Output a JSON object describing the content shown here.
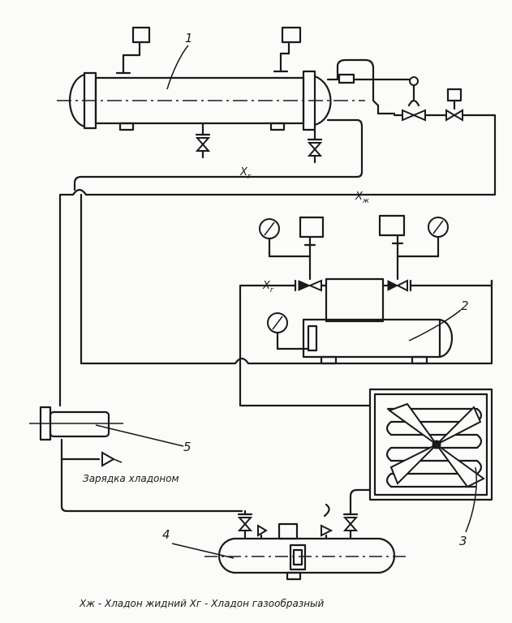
{
  "numbers": {
    "condenser": "1",
    "compressor": "2",
    "air_cooler": "3",
    "receiver": "4",
    "heat_exchanger": "5"
  },
  "flow_labels": {
    "gas_return": "Х",
    "gas_return_sub": "г",
    "liquid_line": "Х",
    "liquid_line_sub": "ж",
    "suction": "Х",
    "suction_sub": "г"
  },
  "charging_label": "Зарядка хладоном",
  "legend": "Хж - Хладон жидний   Хг - Хладон газообразный"
}
